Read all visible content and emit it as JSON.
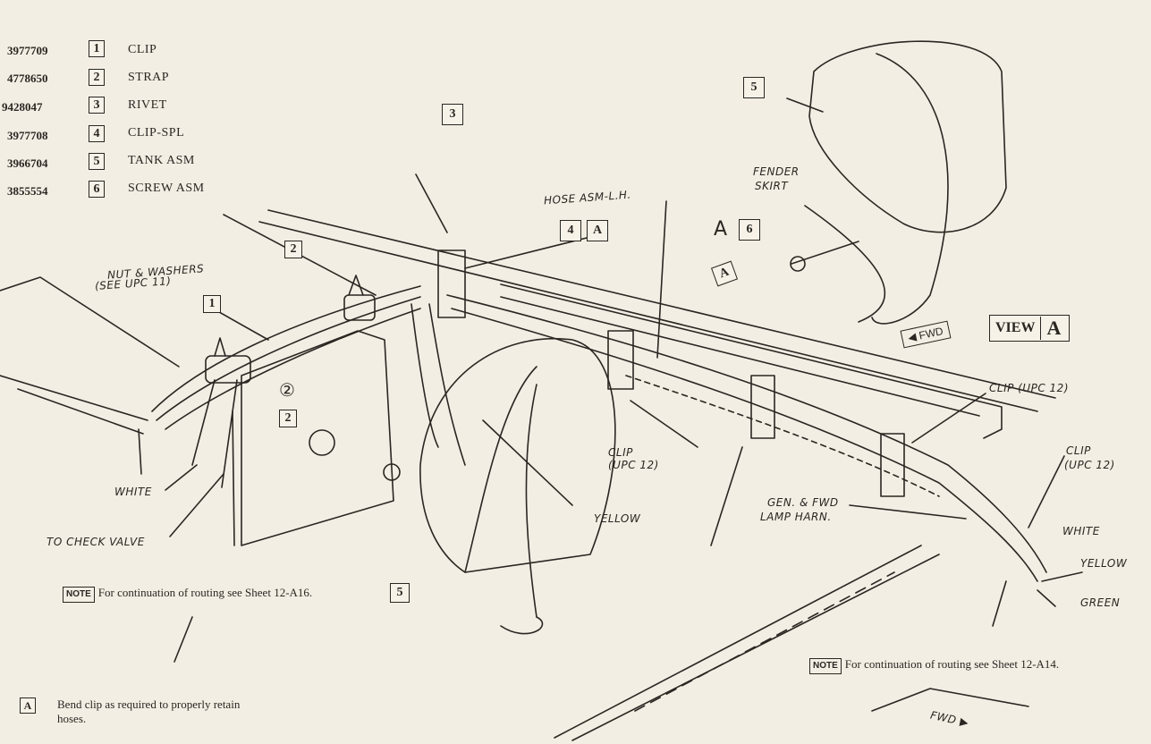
{
  "parts": [
    {
      "number": "3977709",
      "index": "1",
      "name": "CLIP"
    },
    {
      "number": "4778650",
      "index": "2",
      "name": "STRAP"
    },
    {
      "number": "9428047",
      "index": "3",
      "name": "RIVET"
    },
    {
      "number": "3977708",
      "index": "4",
      "name": "CLIP-SPL"
    },
    {
      "number": "3966704",
      "index": "5",
      "name": "TANK ASM"
    },
    {
      "number": "3855554",
      "index": "6",
      "name": "SCREW ASM"
    }
  ],
  "callouts": {
    "c1": "1",
    "c2a": "2",
    "c2b": "2",
    "c2c": "②",
    "c3": "3",
    "c4": "4",
    "cA1": "A",
    "c5a": "5",
    "c5b": "5",
    "c6": "6",
    "cA2": "A",
    "cA3": "A",
    "cA4": "A"
  },
  "labels": {
    "nut_washers": "NUT & WASHERS",
    "see_upc": "(SEE UPC 11)",
    "hose_asm": "HOSE ASM-L.H.",
    "fender": "FENDER",
    "skirt": "SKIRT",
    "fwd1": "FWD",
    "fwd2": "FWD",
    "view": "VIEW",
    "clip_upc12_a": "CLIP (UPC 12)",
    "clip_b1": "CLIP",
    "clip_b2": "(UPC 12)",
    "clip_c1": "CLIP",
    "clip_c2": "(UPC 12)",
    "white1": "WHITE",
    "check_valve": "TO CHECK VALVE",
    "yellow1": "YELLOW",
    "gen_fwd": "GEN. & FWD",
    "lamp_harn": "LAMP HARN.",
    "white2": "WHITE",
    "yellow2": "YELLOW",
    "green": "GREEN"
  },
  "notes": {
    "note1_tag": "NOTE",
    "note1": "For continuation of routing see Sheet 12-A16.",
    "note2_tag": "NOTE",
    "note2": "For continuation of routing see Sheet 12-A14.",
    "footnote_tag": "A",
    "footnote": "Bend clip as required to properly retain hoses."
  },
  "colors": {
    "ink": "#2a2622",
    "paper": "#f3eee3"
  }
}
